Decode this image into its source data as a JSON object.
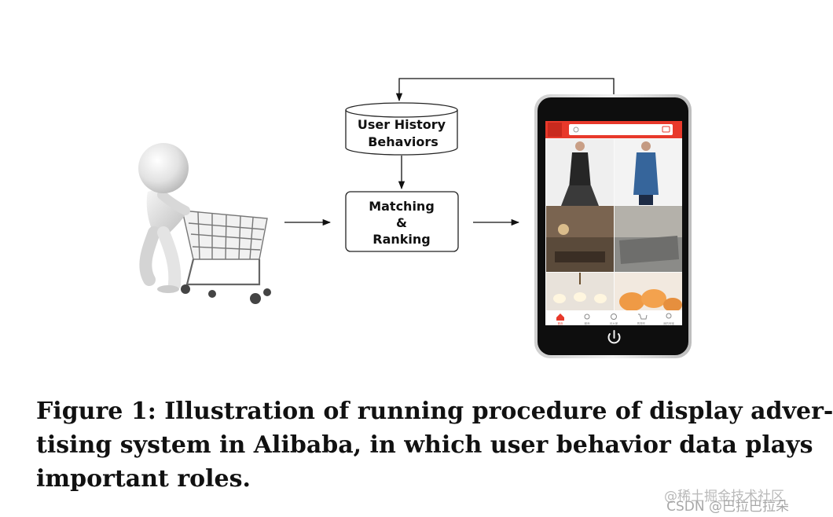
{
  "diagram": {
    "history_node": {
      "line1": "User History",
      "line2": "Behaviors"
    },
    "ranking_node": {
      "line1": "Matching",
      "line2": "&",
      "line3": "Ranking"
    },
    "phone_nav": [
      "首页",
      "微淘",
      "问大家",
      "购物车",
      "我的淘宝"
    ]
  },
  "caption": {
    "line1": "Figure 1: Illustration of running procedure of display adver-",
    "line2": "tising system in Alibaba, in which user behavior data plays",
    "line3": "important roles."
  },
  "watermark": {
    "line1": "@稀土掘金技术社区",
    "line2": "CSDN @巴拉巴拉朵"
  },
  "colors": {
    "app_red": "#e8392b",
    "phone_body": "#0e0e0e",
    "arrow": "#111111"
  }
}
